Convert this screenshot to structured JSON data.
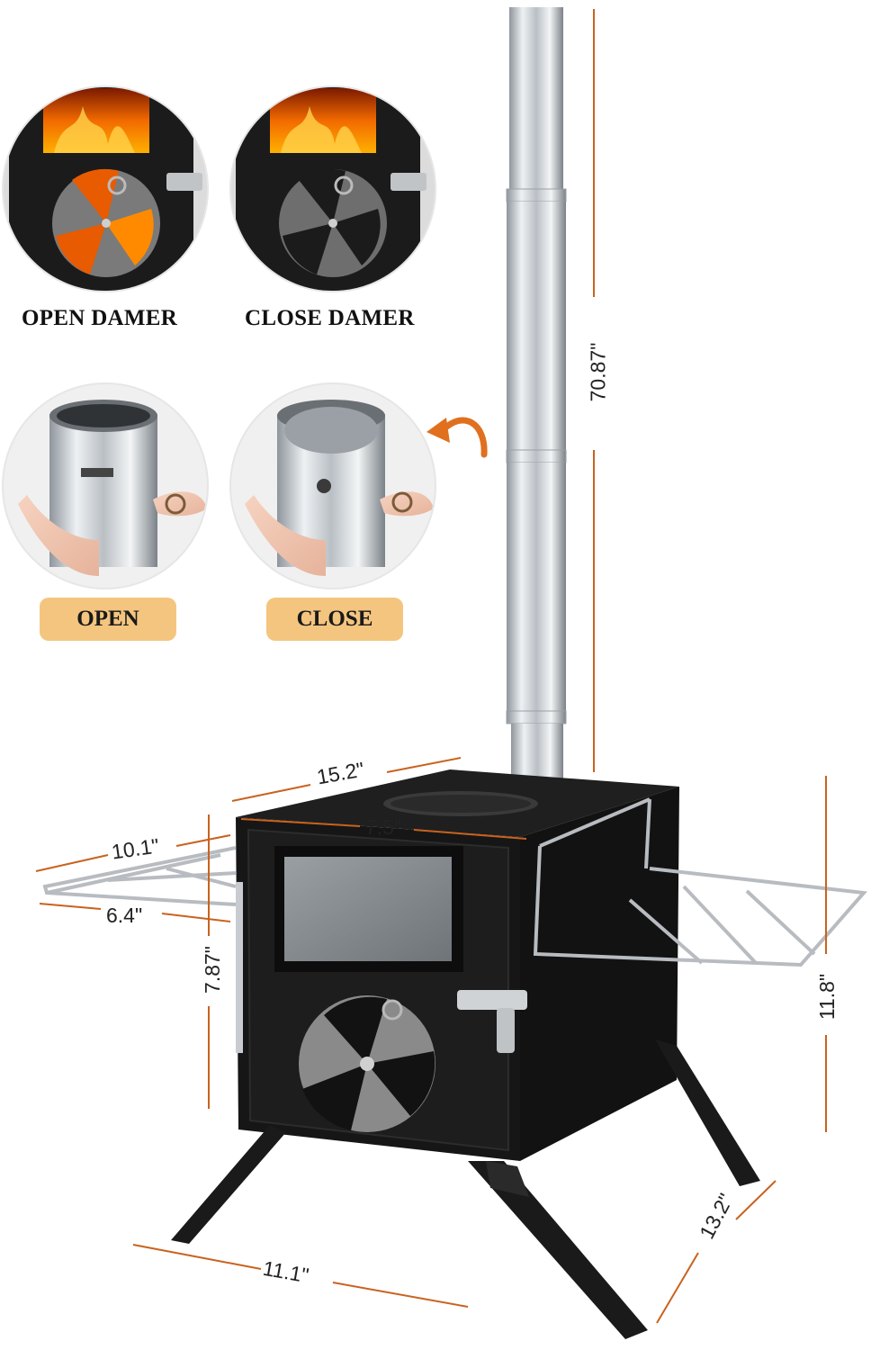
{
  "damper_captions": {
    "open": "OPEN DAMER",
    "close": "CLOSE DAMER"
  },
  "pipe_damper_buttons": {
    "open": "OPEN",
    "close": "CLOSE"
  },
  "dimensions": {
    "pipe_height": "70.87\"",
    "body_length": "15.2\"",
    "body_width": "7.5\"",
    "left_rack_length": "10.1\"",
    "left_rack_width": "6.4\"",
    "body_height": "7.87\"",
    "right_rack_height": "11.8\"",
    "leg_span_width": "11.1\"",
    "leg_span_depth": "13.2\""
  },
  "colors": {
    "accent_orange": "#e0701e",
    "dimension_line": "#c9621e",
    "pill_fill": "#f4c57f",
    "stove_body": "#141414",
    "steel": "#c8ccd0"
  }
}
